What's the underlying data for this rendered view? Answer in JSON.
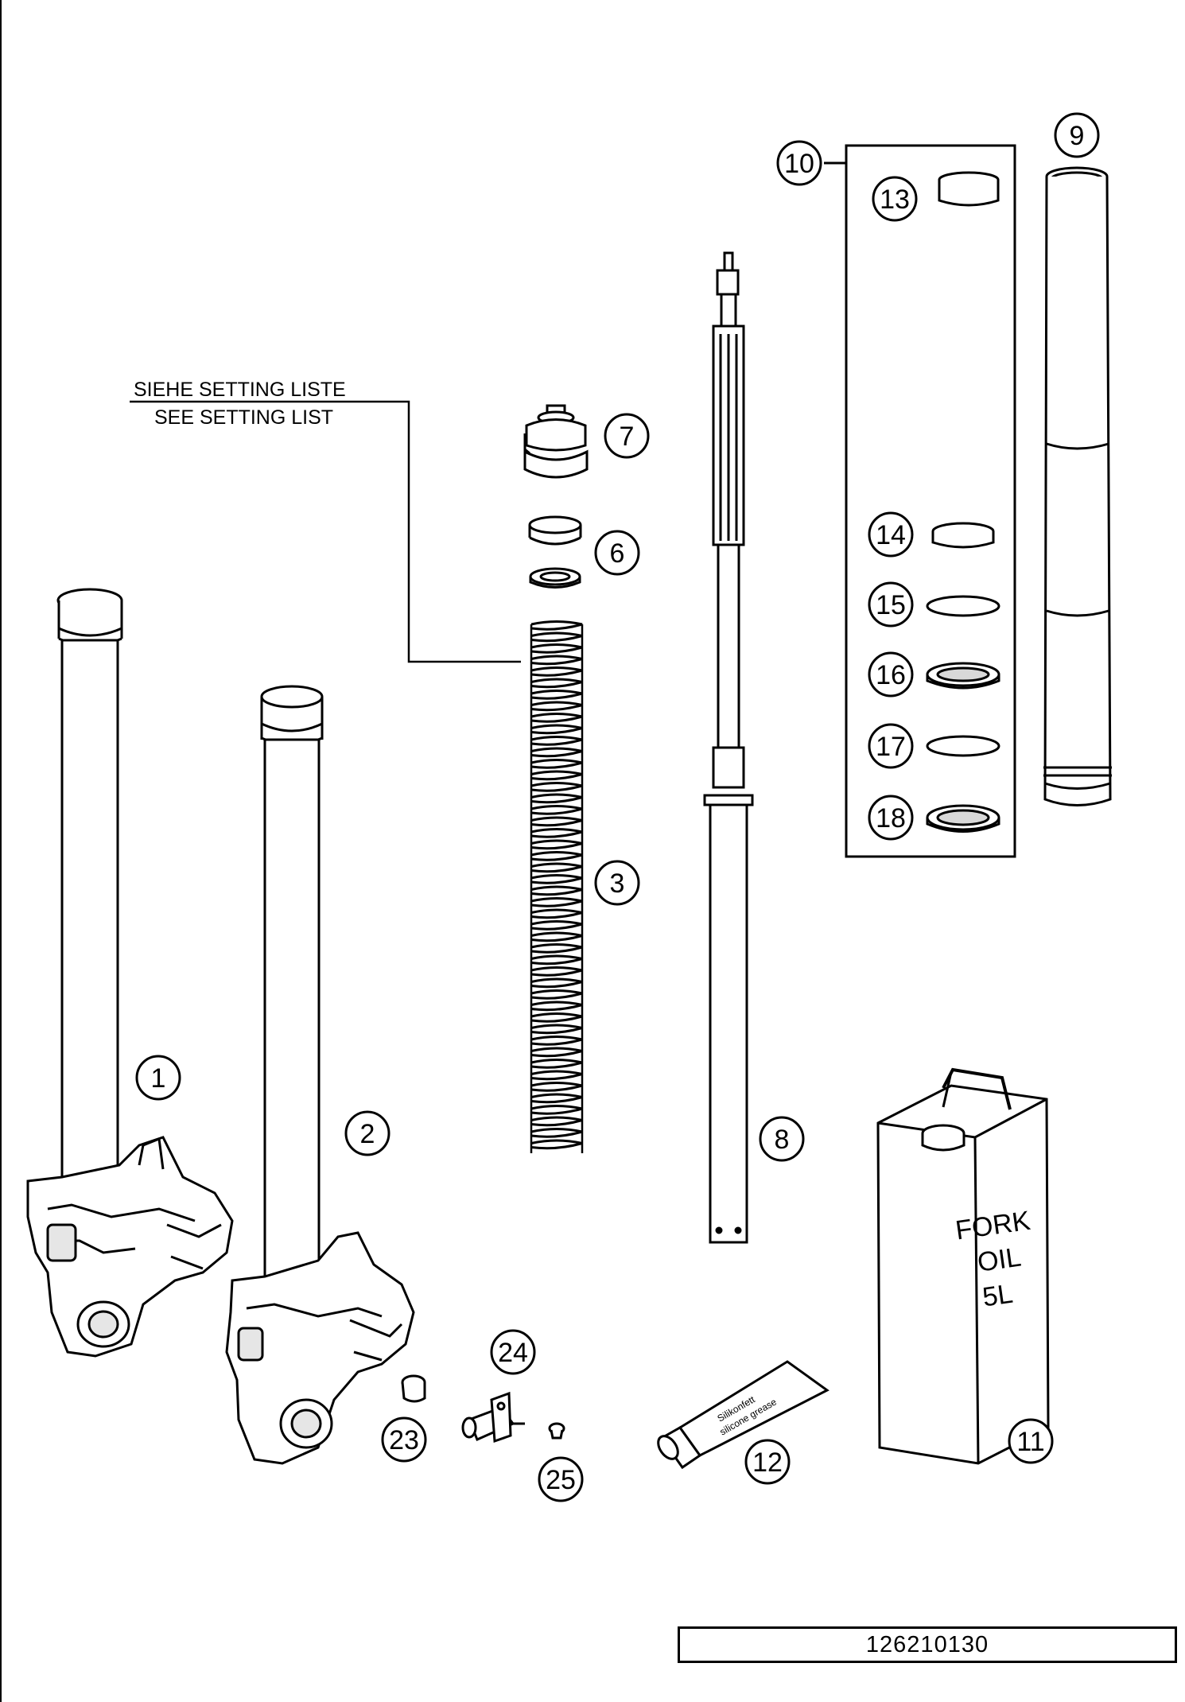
{
  "note": {
    "line1": "SIEHE SETTING LISTE",
    "line2": "SEE SETTING LIST"
  },
  "kit_group": "10",
  "callouts": [
    {
      "id": "1",
      "part": "fork-leg-left",
      "icon": "fork-leg-icon"
    },
    {
      "id": "2",
      "part": "fork-leg-right",
      "icon": "fork-leg-icon"
    },
    {
      "id": "3",
      "part": "fork-spring",
      "icon": "spring-icon"
    },
    {
      "id": "6",
      "part": "spacer-washers",
      "icon": "washer-icon"
    },
    {
      "id": "7",
      "part": "spring-preload-cap",
      "icon": "cap-icon"
    },
    {
      "id": "8",
      "part": "cartridge-damper",
      "icon": "cartridge-icon"
    },
    {
      "id": "9",
      "part": "outer-tube",
      "icon": "tube-icon"
    },
    {
      "id": "10",
      "part": "seal-kit",
      "icon": "kit-bracket-icon"
    },
    {
      "id": "11",
      "part": "fork-oil-can",
      "icon": "oil-can-icon"
    },
    {
      "id": "12",
      "part": "silicone-grease-tube",
      "icon": "grease-tube-icon"
    },
    {
      "id": "13",
      "part": "bushing",
      "icon": "bushing-icon"
    },
    {
      "id": "14",
      "part": "slide-bushing",
      "icon": "ring-icon"
    },
    {
      "id": "15",
      "part": "washer-ring",
      "icon": "ring-icon"
    },
    {
      "id": "16",
      "part": "oil-seal",
      "icon": "seal-icon"
    },
    {
      "id": "17",
      "part": "retaining-ring",
      "icon": "ring-icon"
    },
    {
      "id": "18",
      "part": "dust-seal",
      "icon": "seal-icon"
    },
    {
      "id": "23",
      "part": "bleeder-cap",
      "icon": "cap-icon"
    },
    {
      "id": "24",
      "part": "bleeder-valve",
      "icon": "valve-icon"
    },
    {
      "id": "25",
      "part": "bleeder-screw",
      "icon": "screw-icon"
    }
  ],
  "oil_can_label": {
    "line1": "FORK",
    "line2": "OIL",
    "line3": "5L"
  },
  "grease_label": {
    "line1": "Silikonfett",
    "line2": "silicone grease"
  },
  "reference_number": "126210130",
  "colors": {
    "ink": "#000000",
    "part_fill": "#ffffff",
    "shade": "#d8d8d8"
  }
}
